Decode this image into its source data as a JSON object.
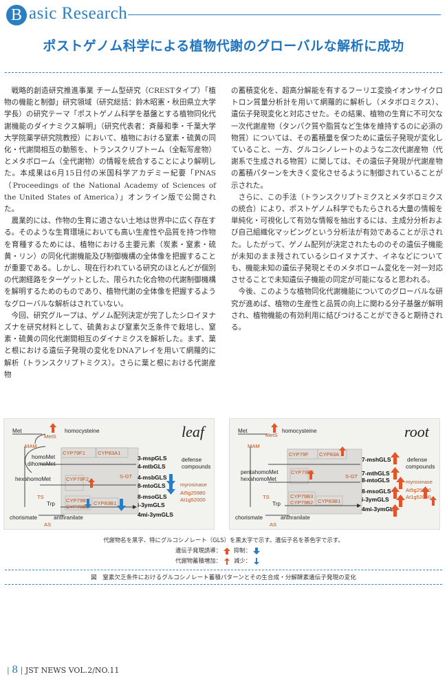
{
  "header": {
    "badge_letter": "B",
    "rest": "asic Research"
  },
  "title": "ポストゲノム科学による植物代謝のグローバルな解析に成功",
  "body_left": [
    "戦略的創造研究推進事業 チーム型研究（CRESTタイプ）「植物の機能と制御」研究領域（研究総括：鈴木昭憲・秋田県立大学学長）の研究テーマ「ポストゲノム科学を基盤とする植物同化代謝機能のダイナミクス解明」（研究代表者：斉藤和季・千葉大学大学院薬学研究院教授）において、植物における窒素・硫黄の同化・代謝間相互の動態を、トランスクリプトーム（全転写産物）とメタボローム（全代謝物）の情報を統合することにより解明した。本成果は6月15日付の米国科学アカデミー紀要「PNAS（Proceedings of the National Academy of Sciences of the United States of America）」オンライン版で公開された。",
    "農業的には、作物の生育に適さない土地は世界中に広く存在する。そのような生育環境においても高い生産性や品質を持つ作物を育種するためには、植物における主要元素（炭素・窒素・硫黄・リン）の同化代謝機能及び制御機構の全体像を把握することが重要である。しかし、現在行われている研究のほとんどが個別の代謝経路をターゲットとした、限られた化合物の代謝制御機構を解明するためのものであり、植物代謝の全体像を把握するようなグローバルな解析はされていない。",
    "今回、研究グループは、ゲノム配列決定が完了したシロイヌナズナを研究材料として、硫黄および窒素欠乏条件で栽培し、窒素・硫黄の同化代謝間相互のダイナミクスを解析した。まず、葉と根における遺伝子発現の変化をDNAアレイを用いて網羅的に解析（トランスクリプトミクス）。さらに葉と根における代謝産物"
  ],
  "body_right": [
    "の蓄積変化を、超高分解能を有するフーリエ変換イオンサイクロトロン質量分析計を用いて網羅的に解析し（メタボロミクス）、遺伝子発現変化と対応させた。その結果、植物の生育に不可欠な一次代謝産物（タンパク質や脂質など生体を維持するのに必須の物質）については、その蓄積量を保つために遺伝子発現が変化していること、一方、グルコシノレートのような二次代謝産物（代謝系で生成される物質）に関しては、その遺伝子発現が代謝産物の蓄積パターンを大きく変化させるように制御されていることが示された。",
    "さらに、この手法（トランスクリプトミクスとメタボロミクスの統合）により、ポストゲノム科学でもたらされる大量の情報を単純化・可視化して有効な情報を抽出するには、主成分分析および自己組織化マッピングという分析法が有効であることが示された。したがって、ゲノム配列が決定されたもののその遺伝子機能が未知のまま残されているシロイヌナズナ、イネなどについても、機能未知の遺伝子発現とそのメタボローム変化を一対一対応させることで未知遺伝子機能の同定が可能になると思われる。",
    "今後、このような植物同化代謝機能についてのグローバルな研究が進めば、植物の生産性と品質の向上に関わる分子基盤が解明され、植物機能の有効利用に結びつけることができると期待される。"
  ],
  "figure": {
    "leaf": {
      "tag": "leaf",
      "metabolites": [
        "Met",
        "homocysteine",
        "homoMet",
        "dihomoMet",
        "hexahomoMet",
        "Trp",
        "chorismate",
        "anthranilate"
      ],
      "genes": [
        "MetS",
        "MAM",
        "CYP79F1",
        "CYP83A1",
        "CYP79F2",
        "S-GT",
        "CYP79B3",
        "CYP79B2",
        "CYP83B1",
        "TS",
        "AS"
      ],
      "gls": [
        "3-mspGLS",
        "4-mtbGLS",
        "4-msbGLS",
        "8-mtoGLS",
        "8-msoGLS",
        "i-3ymGLS",
        "4mi-3ymGLS"
      ],
      "side": [
        "defense",
        "compounds",
        "myrosinase",
        "At5g25980",
        "At1g52000"
      ]
    },
    "root": {
      "tag": "root",
      "metabolites": [
        "Met",
        "homocysteine",
        "pentahomoMet",
        "hexahomoMet",
        "Trp",
        "chorismate",
        "anthranilate"
      ],
      "genes": [
        "MetS",
        "MAM",
        "CYP79F",
        "CYP83A",
        "CYP79F2",
        "S-GT",
        "CYP79B3",
        "CYP79B2",
        "CYP83B1",
        "TS",
        "AS"
      ],
      "gls": [
        "7-mshGLS",
        "7-mthGLS",
        "8-mtoGLS",
        "8-msoGLS",
        "i-3ymGLS",
        "4mi-3ymGLS"
      ],
      "side": [
        "defense",
        "compounds",
        "myrosinase",
        "At5g25980",
        "At1g52000"
      ]
    },
    "colors": {
      "up": "#e2552a",
      "down": "#2b7cc4",
      "gene": "#c0521b",
      "accent": "#1f74c0"
    }
  },
  "legend": {
    "line1": "代謝物名を黒字、特にグルコシノレート（GLS）を黒太字で示す。遺伝子名を茶色字で示す。",
    "gene_induced": "遺伝子発現誘導：",
    "suppressed": "抑制：",
    "metab_increase": "代謝物蓄積増加：",
    "decrease": "減少："
  },
  "caption": "図　窒素欠乏条件におけるグルコシノレート蓄積パターンとその生合成・分解酵素遺伝子発現の変化",
  "footer": {
    "page": "8",
    "journal": "JST NEWS VOL.2/NO.11"
  }
}
